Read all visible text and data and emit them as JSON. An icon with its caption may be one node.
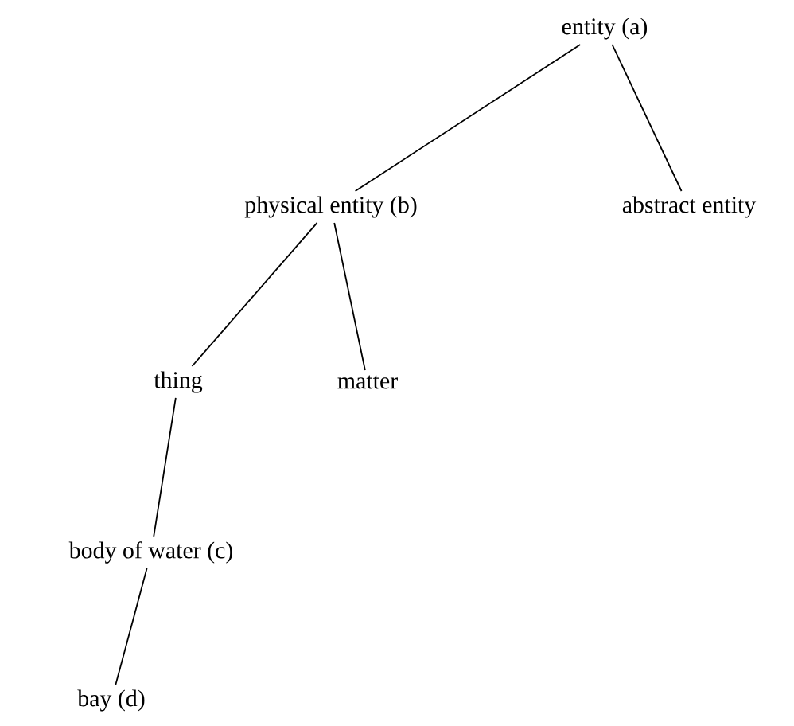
{
  "diagram": {
    "nodes": [
      {
        "text": [
          "entity (a)"
        ]
      },
      {
        "text": [
          "physical entity (b)"
        ]
      },
      {
        "text": [
          "abstract entity"
        ]
      },
      {
        "text": [
          "thing"
        ]
      },
      {
        "text": [
          "matter"
        ]
      },
      {
        "text": [
          "body of water (c)"
        ]
      },
      {
        "text": [
          "bay (d)"
        ]
      }
    ],
    "edges": [
      {
        "from": 0,
        "to": 1,
        "arrow": "none"
      },
      {
        "from": 0,
        "to": 2,
        "arrow": "none"
      },
      {
        "from": 1,
        "to": 3,
        "arrow": "none"
      },
      {
        "from": 1,
        "to": 4,
        "arrow": "none"
      },
      {
        "from": 3,
        "to": 5,
        "arrow": "none"
      },
      {
        "from": 5,
        "to": 6,
        "arrow": "none"
      }
    ]
  }
}
